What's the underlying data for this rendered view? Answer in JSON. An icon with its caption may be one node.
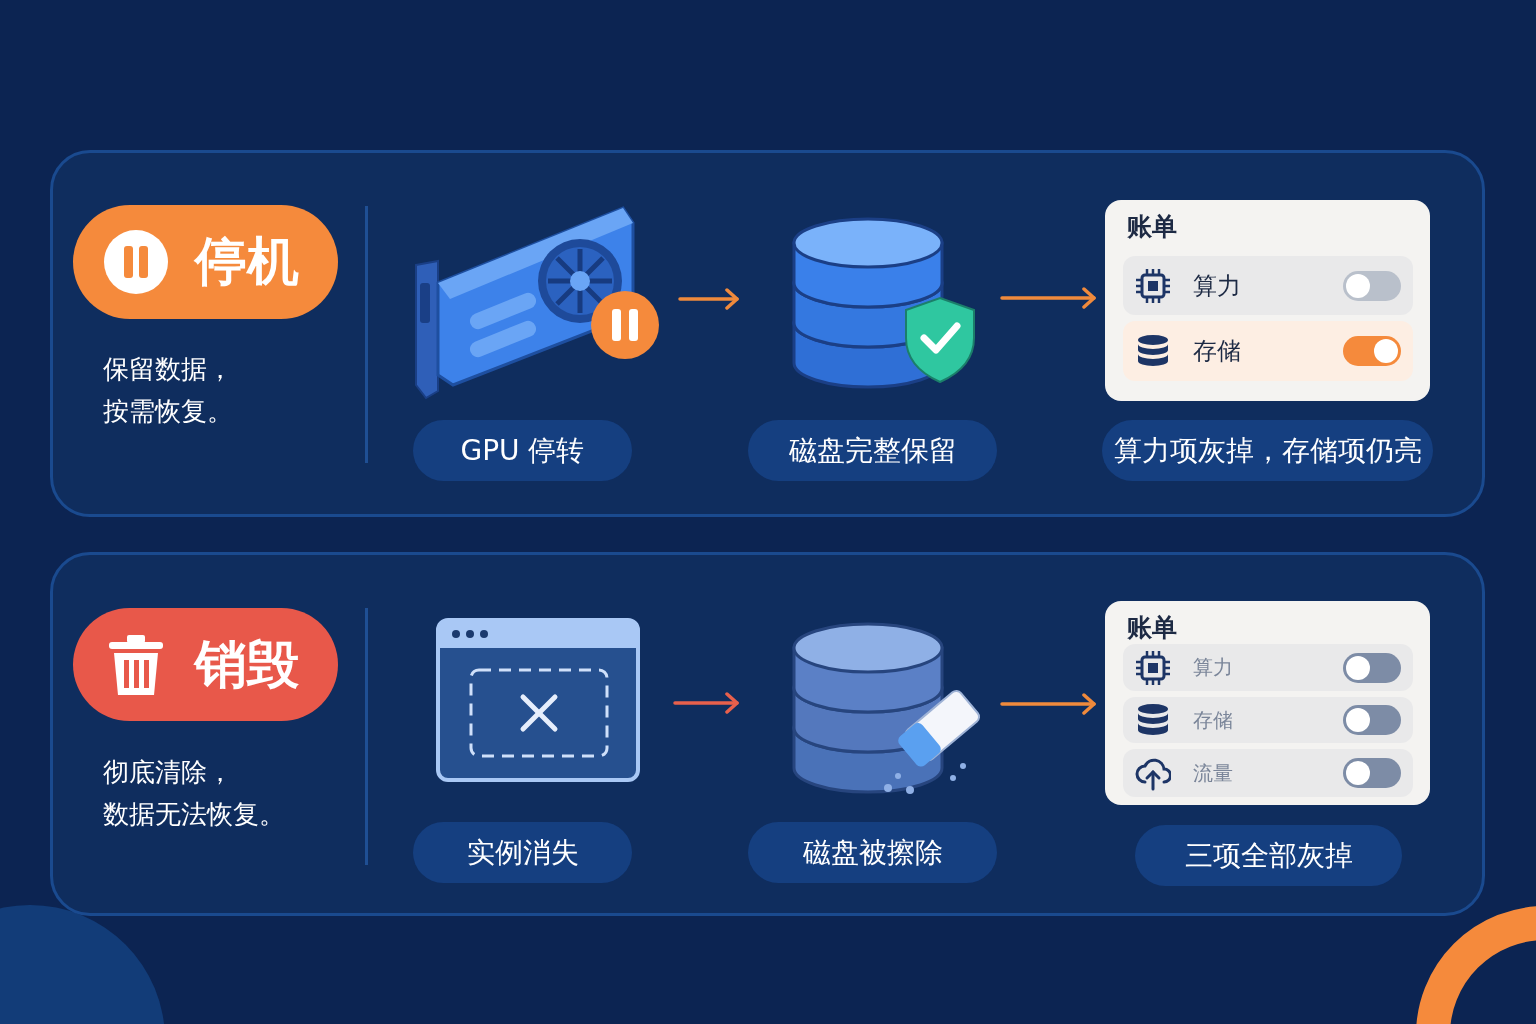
{
  "diagram": {
    "nodes": [
      {
        "text": [],
        "shape": "box"
      },
      {
        "text": [
          "停机"
        ],
        "beside": [
          "保留数据，按需恢复。"
        ],
        "in": 0
      },
      {
        "text": [],
        "shape": "picture",
        "in": 0
      },
      {
        "text": [
          "GPU 停转"
        ],
        "in": 0
      },
      {
        "text": [],
        "shape": "picture",
        "in": 0
      },
      {
        "text": [
          "磁盘完整保留"
        ],
        "in": 0
      },
      {
        "text": [
          "账单"
        ],
        "in": 0
      },
      {
        "text": [
          "算力"
        ],
        "in": 6
      },
      {
        "text": [
          "存储"
        ],
        "in": 6
      },
      {
        "text": [
          "算力项灰掉，存储项仍亮"
        ],
        "in": 0
      },
      {
        "text": [],
        "shape": "box"
      },
      {
        "text": [
          "销毁"
        ],
        "beside": [
          "彻底清除，数据无法恢复。"
        ],
        "in": 10
      },
      {
        "text": [],
        "shape": "picture",
        "in": 10
      },
      {
        "text": [
          "实例消失"
        ],
        "in": 10
      },
      {
        "text": [],
        "shape": "picture",
        "in": 10
      },
      {
        "text": [
          "磁盘被擦除"
        ],
        "in": 10
      },
      {
        "text": [
          "账单"
        ],
        "in": 10
      },
      {
        "text": [
          "算力"
        ],
        "in": 16
      },
      {
        "text": [
          "存储"
        ],
        "in": 16
      },
      {
        "text": [
          "流量"
        ],
        "in": 16
      },
      {
        "text": [
          "三项全部灰掉"
        ],
        "in": 10
      }
    ],
    "edges": [
      {
        "from": 2,
        "to": 4,
        "arrow": "to"
      },
      {
        "from": 4,
        "to": 6,
        "arrow": "to"
      },
      {
        "from": 12,
        "to": 14,
        "arrow": "to",
        "color": "#e8604c"
      },
      {
        "from": 14,
        "to": 16,
        "arrow": "to"
      }
    ]
  }
}
